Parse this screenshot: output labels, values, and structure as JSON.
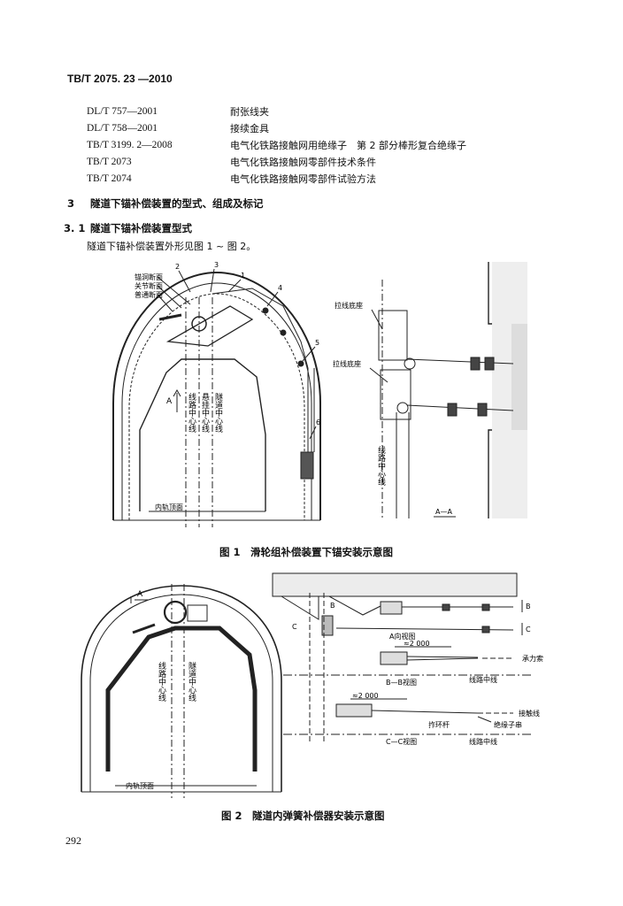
{
  "header": {
    "standard_code": "TB/T 2075. 23 —2010"
  },
  "references": [
    {
      "code": "DL/T 757—2001",
      "title": "耐张线夹"
    },
    {
      "code": "DL/T 758—2001",
      "title": "接续金具"
    },
    {
      "code": "TB/T 3199. 2—2008",
      "title": "电气化铁路接触网用绝缘子　第 2 部分棒形复合绝缘子"
    },
    {
      "code": "TB/T 2073",
      "title": "电气化铁路接触网零部件技术条件"
    },
    {
      "code": "TB/T 2074",
      "title": "电气化铁路接触网零部件试验方法"
    }
  ],
  "section3": {
    "number": "3",
    "title": "隧道下锚补偿装置的型式、组成及标记"
  },
  "section31": {
    "number": "3. 1",
    "title": "隧道下锚补偿装置型式",
    "text": "隧道下锚补偿装置外形见图 1 ~ 图 2。"
  },
  "figure1": {
    "caption": "图 1　滑轮组补偿装置下锚安装示意图",
    "labels": {
      "tunnel_section": "锚洞断面",
      "joint_section": "关节断面",
      "normal_section": "普通断面",
      "n1": "1",
      "n2": "2",
      "n3": "3",
      "n4": "4",
      "n5": "5",
      "n6": "6",
      "arrow_a": "A",
      "track_center": "线路中心线",
      "hanging_center": "悬挂中心线",
      "tunnel_center": "隧道中心线",
      "rail_top": "内轨顶面",
      "anchor_base_1": "拉线底座",
      "anchor_base_2": "拉线底座",
      "track_center_side": "线路中心线",
      "view_aa": "A—A"
    }
  },
  "figure2": {
    "caption": "图 2　隧道内弹簧补偿器安装示意图",
    "labels": {
      "arrow_a": "A",
      "track_center": "线路中心线",
      "tunnel_center": "隧道中心线",
      "rail_top": "内轨顶面",
      "b_mark": "B",
      "c_mark": "C",
      "view_a": "A向视图",
      "dim_top": "≈2 000",
      "messenger": "承力索",
      "view_bb": "B—B视图",
      "track_center_b": "线路中线",
      "dim_bottom": "≈2 000",
      "contact_wire": "接触线",
      "yoke": "拃环杆",
      "insulator": "绝缘子串",
      "view_cc": "C—C视图",
      "track_center_c": "线路中线"
    }
  },
  "page_number": "292"
}
